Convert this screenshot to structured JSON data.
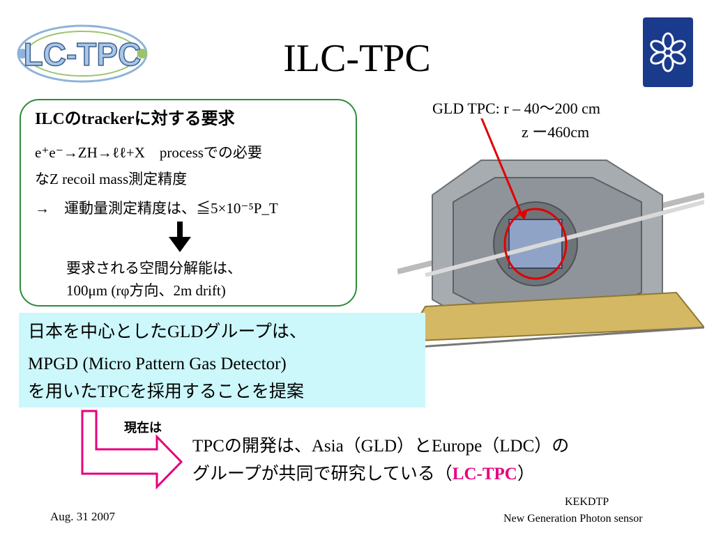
{
  "slide": {
    "title": "ILC-TPC",
    "logo_left_text": "LC-TPC",
    "logo_right_icon": "kek-flower-icon"
  },
  "requirements": {
    "heading": "ILCのtrackerに対する要求",
    "line1": "e⁺e⁻→ZH→ℓℓ+X　processでの必要",
    "line2": "なZ recoil mass測定精度",
    "line3": "→　運動量測定精度は、≦5×10⁻⁵P_T",
    "result_line1": "要求される空間分解能は、",
    "result_line2": "100μm (rφ方向、2m drift)"
  },
  "gld": {
    "spec_line1": "GLD TPC: r – 40〜200 cm",
    "spec_line2": "z ー460cm"
  },
  "proposal": {
    "line1": "日本を中心としたGLDグループは、",
    "line2": "MPGD (Micro Pattern Gas Detector)",
    "line3": "を用いたTPCを採用することを提案"
  },
  "development": {
    "label": "現在は",
    "line1": "TPCの開発は、Asia（GLD）とEurope（LDC）の",
    "line2_prefix": "グループが共同で研究している（",
    "line2_highlight": "LC-TPC",
    "line2_suffix": "）"
  },
  "footer": {
    "date": "Aug. 31 2007",
    "org": "KEKDTP",
    "subtitle": "New Generation Photon sensor"
  },
  "colors": {
    "box_border": "#2e8b3a",
    "highlight_box": "#ccf7fb",
    "arrow_magenta": "#e6007e",
    "marker_red": "#e00000",
    "kek_blue": "#1a3a8c"
  }
}
